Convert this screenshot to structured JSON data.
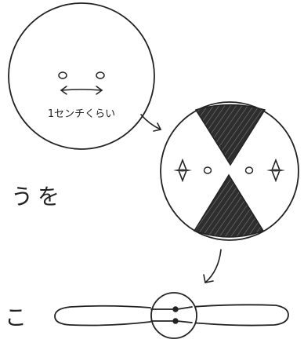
{
  "labels": {
    "distance_note": "1センチくらい",
    "left_text_1": "うを",
    "left_text_2": "こ"
  },
  "colors": {
    "ink": "#222222",
    "shade": "#3a3a3a",
    "paper": "#ffffff"
  },
  "icons": {
    "sparkle": "four-point-star",
    "arrow": "hand-drawn-curved-arrow"
  }
}
